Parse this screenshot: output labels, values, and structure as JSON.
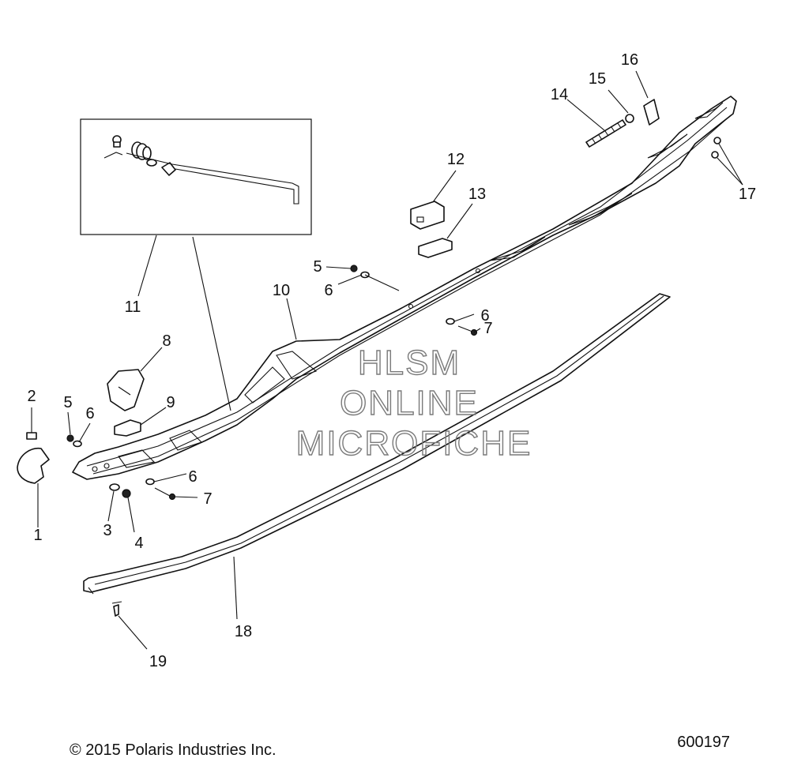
{
  "callouts": [
    {
      "id": "c1",
      "text": "1"
    },
    {
      "id": "c2",
      "text": "2"
    },
    {
      "id": "c3",
      "text": "3"
    },
    {
      "id": "c4",
      "text": "4"
    },
    {
      "id": "c5a",
      "text": "5"
    },
    {
      "id": "c5b",
      "text": "5"
    },
    {
      "id": "c6a",
      "text": "6"
    },
    {
      "id": "c6b",
      "text": "6"
    },
    {
      "id": "c6c",
      "text": "6"
    },
    {
      "id": "c6d",
      "text": "6"
    },
    {
      "id": "c7a",
      "text": "7"
    },
    {
      "id": "c7b",
      "text": "7"
    },
    {
      "id": "c8",
      "text": "8"
    },
    {
      "id": "c9",
      "text": "9"
    },
    {
      "id": "c10",
      "text": "10"
    },
    {
      "id": "c11",
      "text": "11"
    },
    {
      "id": "c12",
      "text": "12"
    },
    {
      "id": "c13",
      "text": "13"
    },
    {
      "id": "c14",
      "text": "14"
    },
    {
      "id": "c15",
      "text": "15"
    },
    {
      "id": "c16",
      "text": "16"
    },
    {
      "id": "c17",
      "text": "17"
    },
    {
      "id": "c18",
      "text": "18"
    },
    {
      "id": "c19",
      "text": "19"
    }
  ],
  "watermark": {
    "line1": "HLSM",
    "line2": "ONLINE",
    "line3": "MICROFICHE"
  },
  "footer": {
    "copyright": "© 2015 Polaris Industries Inc.",
    "diagram_number": "600197"
  }
}
